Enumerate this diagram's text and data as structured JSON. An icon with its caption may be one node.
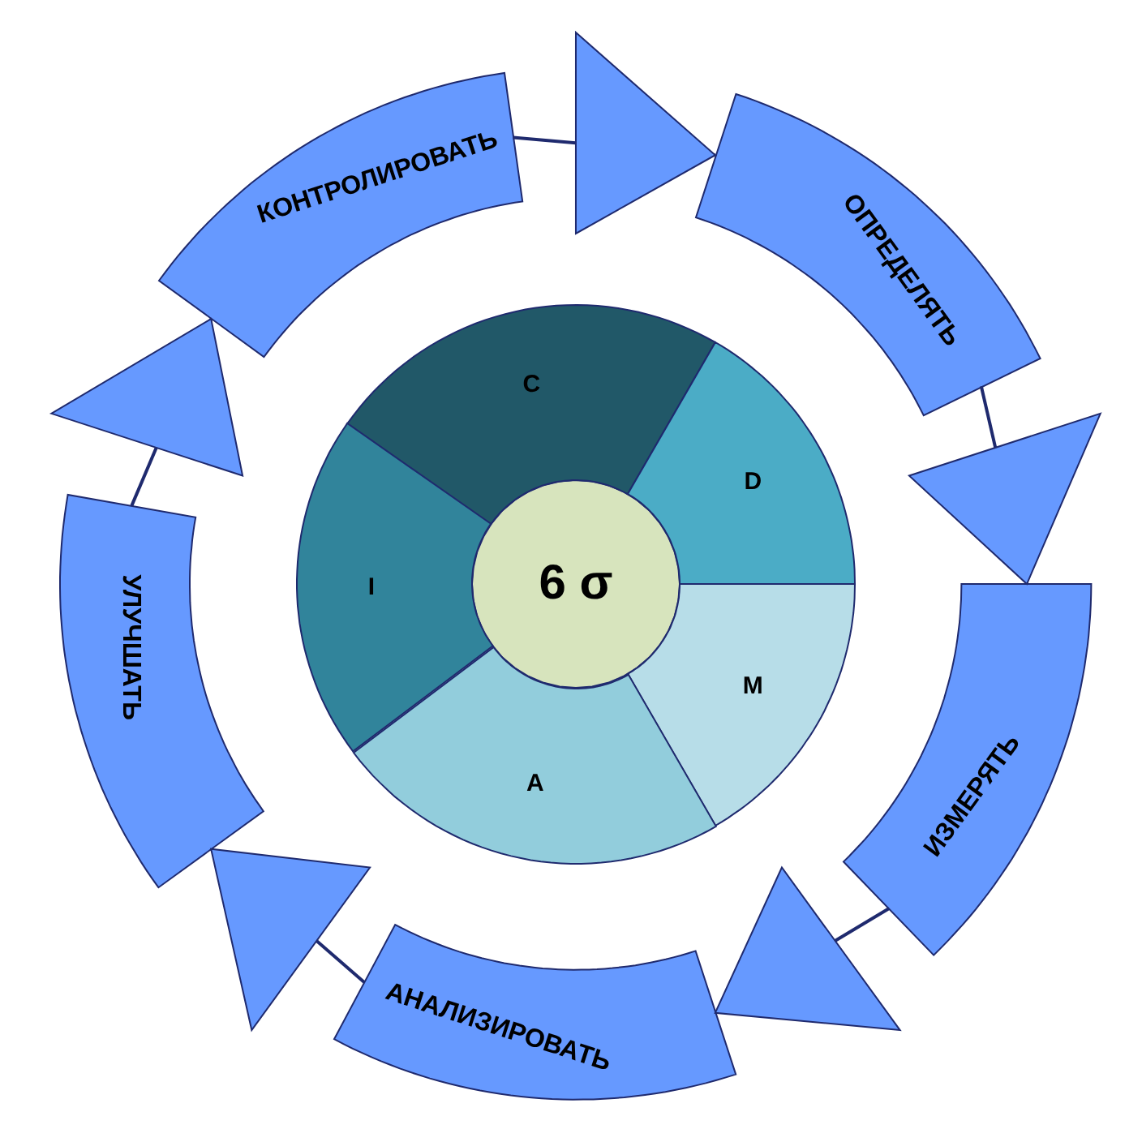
{
  "diagram": {
    "nodes": [
      {
        "text": [
          "КОНТРОЛИРОВАТЬ"
        ]
      },
      {
        "text": [
          "ОПРЕДЕЛЯТЬ"
        ]
      },
      {
        "text": [
          "ИЗМЕРЯТЬ"
        ]
      },
      {
        "text": [
          "АНАЛИЗИРОВАТЬ"
        ]
      },
      {
        "text": [
          "УЛУЧШАТЬ"
        ]
      },
      {
        "text": [
          "6 σ"
        ]
      },
      {
        "text": [
          "C"
        ]
      },
      {
        "text": [
          "D"
        ]
      },
      {
        "text": [
          "M"
        ]
      },
      {
        "text": [
          "A"
        ]
      },
      {
        "text": [
          "I"
        ]
      }
    ],
    "edges": [
      {
        "from": 0,
        "to": 1,
        "arrow": "to"
      },
      {
        "from": 1,
        "to": 2,
        "arrow": "to"
      },
      {
        "from": 2,
        "to": 3,
        "arrow": "to"
      },
      {
        "from": 3,
        "to": 4,
        "arrow": "to"
      },
      {
        "from": 4,
        "to": 0,
        "arrow": "to"
      }
    ]
  }
}
